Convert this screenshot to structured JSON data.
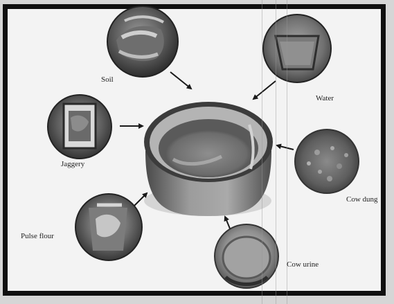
{
  "labels": {
    "soil": "Soil",
    "water": "Water",
    "jaggery": "Jaggery",
    "cow_dung": "Cow dung",
    "pulse_flour": "Pulse flour",
    "cow_urine": "Cow urine"
  },
  "colors": {
    "frame": "#101010",
    "arrow": "#1a1a1a",
    "text": "#222222"
  }
}
